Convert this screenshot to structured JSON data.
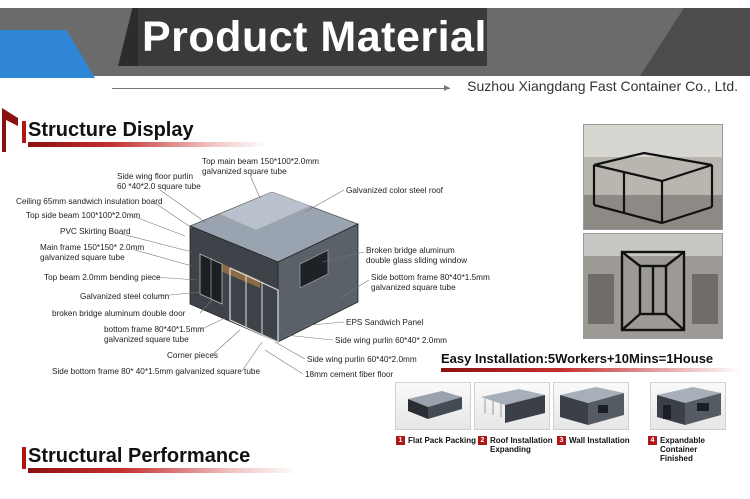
{
  "header": {
    "title": "Product Material",
    "company": "Suzhou Xiangdang Fast Container Co., Ltd."
  },
  "sections": {
    "structure_display": "Structure Display",
    "structural_performance": "Structural Performance"
  },
  "labels": {
    "side_wing_floor_purlin": "Side wing floor purlin\n60 *40*2.0 square tube",
    "top_main_beam": "Top main beam 150*100*2.0mm\ngalvanized square tube",
    "ceiling": "Ceiling 65mm sandwich insulation board",
    "galvanized_roof": "Galvanized color steel roof",
    "top_side_beam": "Top side beam 100*100*2.0mm",
    "pvc_skirting": "PVC Skirting Board",
    "main_frame": "Main frame 150*150* 2.0mm\ngalvanized square tube",
    "broken_bridge_window": "Broken bridge aluminum\ndouble glass sliding window",
    "top_beam_bending": "Top beam 2.0mm bending piece",
    "side_bottom_frame_right": "Side bottom frame 80*40*1.5mm\ngalvanized square tube",
    "galvanized_column": "Galvanized steel column",
    "broken_bridge_door": "broken bridge aluminum double door",
    "eps_panel": "EPS Sandwich Panel",
    "bottom_frame": "bottom frame 80*40*1.5mm\ngalvanized square tube",
    "side_wing_purlin_1": "Side wing purlin 60*40* 2.0mm",
    "corner_pieces": "Corner pieces",
    "side_wing_purlin_2": "Side wing purlin 60*40*2.0mm",
    "side_bottom_frame_left": "Side bottom frame 80* 40*1.5mm galvanized square tube",
    "cement_floor": "18mm cement fiber floor"
  },
  "installation": {
    "headline": "Easy Installation:5Workers+10Mins=1House",
    "steps": [
      {
        "num": "1",
        "label": "Flat Pack Packing"
      },
      {
        "num": "2",
        "label": "Roof Installation\nExpanding"
      },
      {
        "num": "3",
        "label": "Wall Installation"
      },
      {
        "num": "4",
        "label": "Expandable\nContainer\nFinished"
      }
    ]
  },
  "colors": {
    "accent_red": "#b01616",
    "header_gray": "#6b6b6b",
    "header_blue": "#2f86d6"
  }
}
